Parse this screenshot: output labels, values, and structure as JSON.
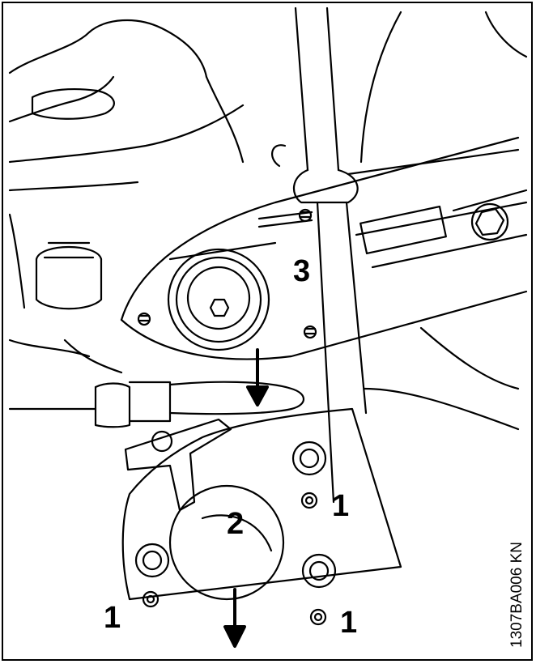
{
  "figure": {
    "code": "1307BA006 KN"
  },
  "callouts": {
    "one": "1",
    "two": "2",
    "three": "3"
  },
  "colors": {
    "line": "#000000",
    "background": "#ffffff"
  }
}
